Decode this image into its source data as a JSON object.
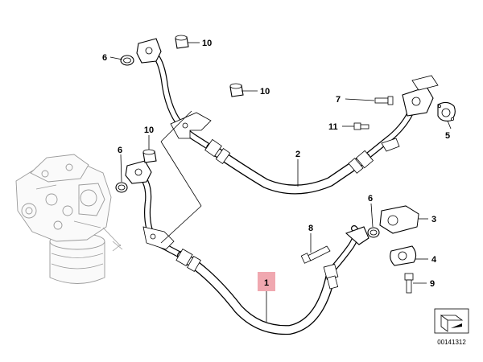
{
  "diagram": {
    "diagram_id": "00141312",
    "highlight_color": "#f0a8b0",
    "callouts": [
      {
        "key": "c1",
        "label": "1",
        "highlighted": true
      },
      {
        "key": "c2",
        "label": "2"
      },
      {
        "key": "c3",
        "label": "3"
      },
      {
        "key": "c4",
        "label": "4"
      },
      {
        "key": "c5",
        "label": "5"
      },
      {
        "key": "c6a",
        "label": "6"
      },
      {
        "key": "c6b",
        "label": "6"
      },
      {
        "key": "c6c",
        "label": "6"
      },
      {
        "key": "c7",
        "label": "7"
      },
      {
        "key": "c8",
        "label": "8"
      },
      {
        "key": "c9",
        "label": "9"
      },
      {
        "key": "c10a",
        "label": "10"
      },
      {
        "key": "c10b",
        "label": "10"
      },
      {
        "key": "c10c",
        "label": "10"
      },
      {
        "key": "c11",
        "label": "11"
      }
    ]
  }
}
